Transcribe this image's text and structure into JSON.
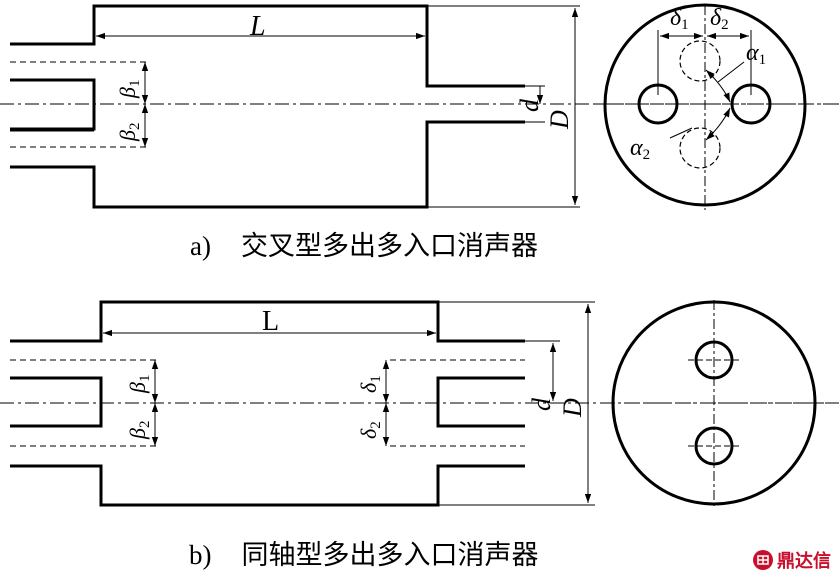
{
  "caption_a": {
    "tag": "a)",
    "text": "交叉型多出多入口消声器"
  },
  "caption_b": {
    "tag": "b)",
    "text": "同轴型多出多入口消声器"
  },
  "labels": {
    "L": "L",
    "L_b": "L",
    "d": "d",
    "D": "D",
    "beta": "β",
    "delta": "δ",
    "alpha": "α",
    "sub1": "1",
    "sub2": "2"
  },
  "watermark": {
    "text": "鼎达信",
    "logo": "dingdaxin-logo-icon"
  },
  "colors": {
    "line": "#000000",
    "watermark": "#c8102e"
  }
}
